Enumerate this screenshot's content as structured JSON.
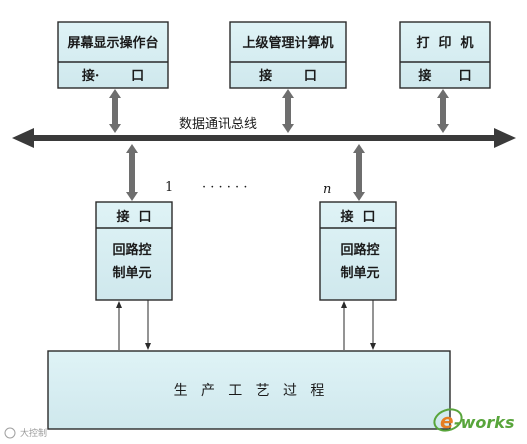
{
  "colors": {
    "box_fill": "#d8eef2",
    "box_stroke": "#2a2a2a",
    "arrow_fill": "#6e6e6e",
    "bus_fill": "#3a3a3a",
    "logo_orange": "#e67e22",
    "logo_green": "#58a53b"
  },
  "top_devices": [
    {
      "title": "屏幕显示操作台",
      "port": "接·       口"
    },
    {
      "title": "上级管理计算机",
      "port": "接       口"
    },
    {
      "title": "打  印  机",
      "port": "接      口"
    }
  ],
  "bus": {
    "label": "数据通讯总线"
  },
  "sequence": {
    "first": "1",
    "dots": "· · · · · ·",
    "last": "n"
  },
  "control_units": [
    {
      "port": "接  口",
      "line1": "回路控",
      "line2": "制单元"
    },
    {
      "port": "接  口",
      "line1": "回路控",
      "line2": "制单元"
    }
  ],
  "process": {
    "label": "生   产   工   艺   过   程"
  },
  "watermark": {
    "left": "大控制",
    "logo_letter": "e",
    "logo_rest": "-works"
  }
}
